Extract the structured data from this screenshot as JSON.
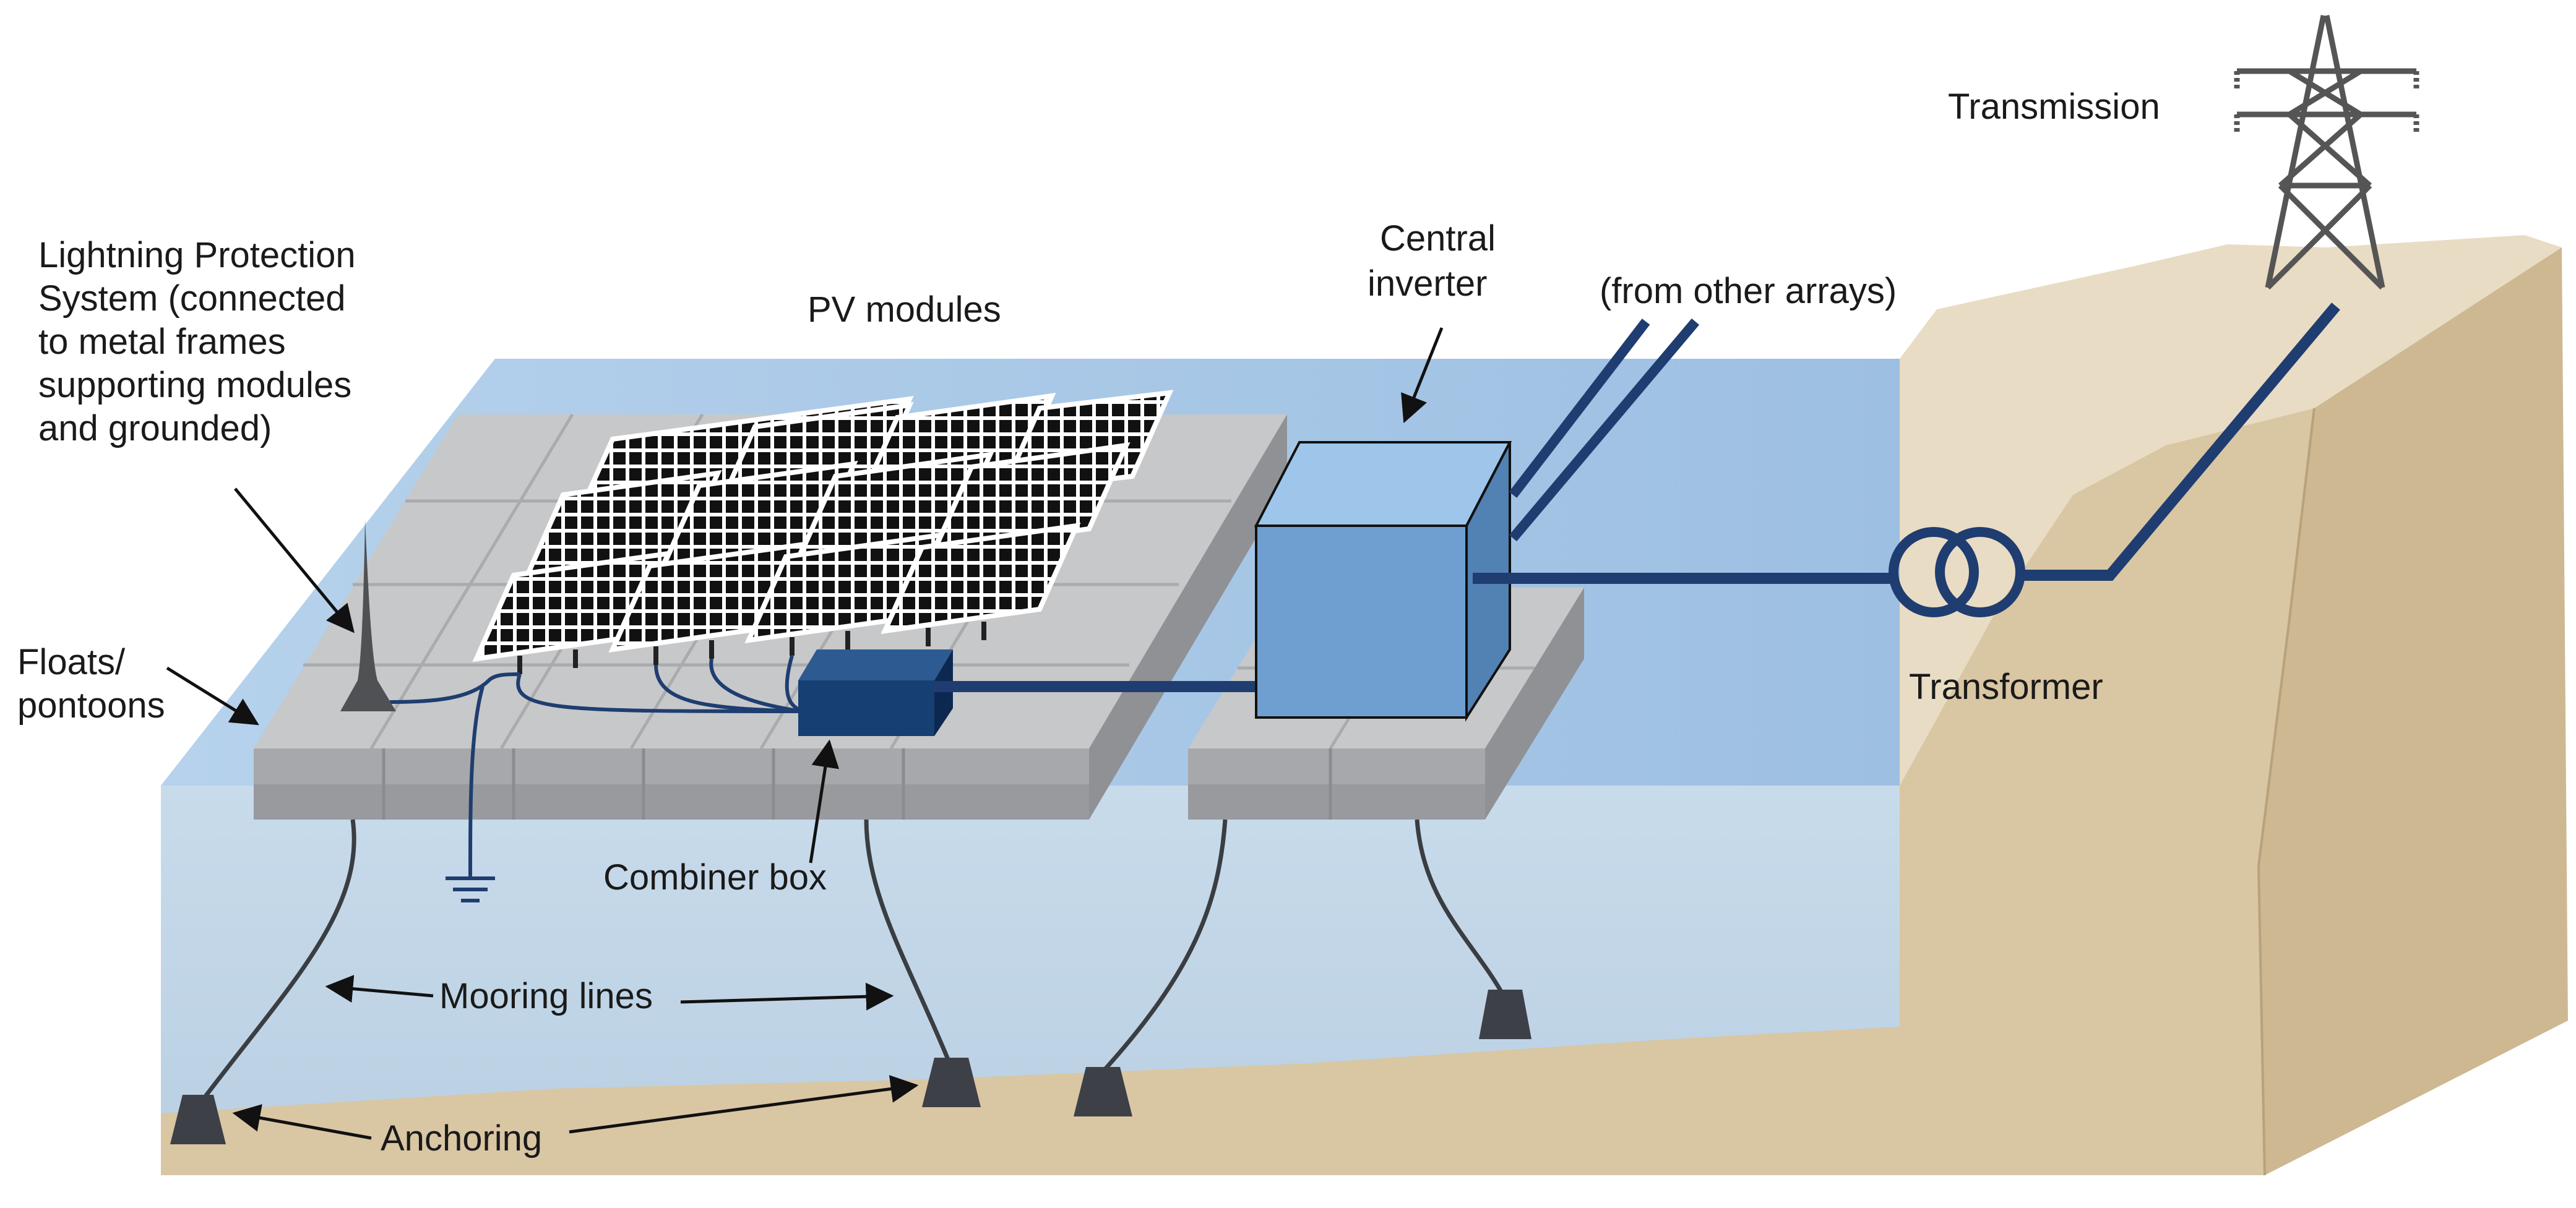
{
  "labels": {
    "lightning": [
      "Lightning Protection",
      "System (connected",
      "to metal frames",
      "supporting modules",
      "and grounded)"
    ],
    "pv_modules": "PV modules",
    "central_inverter": [
      "Central",
      "inverter"
    ],
    "other_arrays": "(from other arrays)",
    "transmission": "Transmission",
    "transformer": "Transformer",
    "floats": [
      "Floats/",
      "pontoons"
    ],
    "combiner_box": "Combiner box",
    "mooring_lines": "Mooring lines",
    "anchoring": "Anchoring"
  },
  "colors": {
    "water_top": "#b9d4ec",
    "water_body": "#c5d7e6",
    "land_top": "#e8dcc5",
    "land_face": "#d9c7a6",
    "float_top": "#c6c7c9",
    "float_side": "#a4a6a9",
    "inverter_front": "#6f9fd0",
    "inverter_top": "#9ec6ea",
    "inverter_side": "#5281b4",
    "combiner_box": "#163f74",
    "cable": "#1f3d70",
    "panel": "#111111",
    "anchor": "#3d4047",
    "tower": "#555555"
  }
}
